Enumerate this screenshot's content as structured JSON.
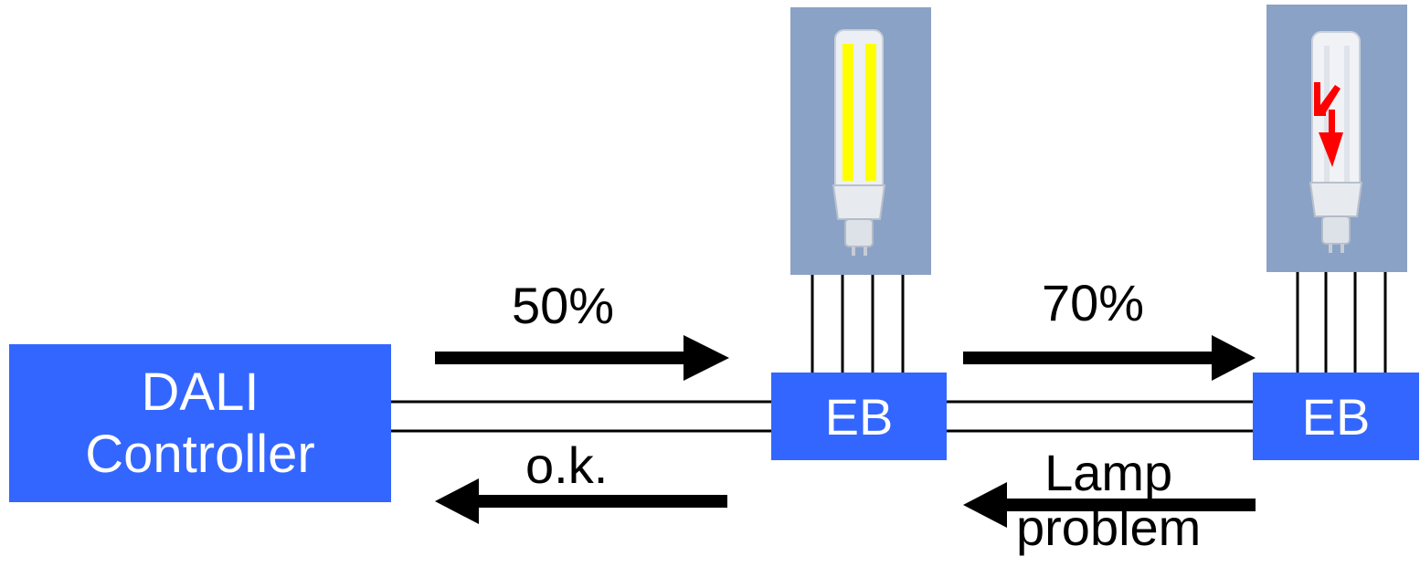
{
  "controller": {
    "line1": "DALI",
    "line2": "Controller"
  },
  "ballast_1": {
    "label": "EB"
  },
  "ballast_2": {
    "label": "EB"
  },
  "messages": {
    "command_1": "50%",
    "reply_1": "o.k.",
    "command_2": "70%",
    "reply_2_line1": "Lamp",
    "reply_2_line2": "problem"
  },
  "colors": {
    "box_fill": "#3366ff",
    "lamp_panel": "#8aa2c5",
    "lamp_glow": "#ffff00",
    "fault_symbol": "#ff0000",
    "arrow": "#000000"
  },
  "lamps": [
    {
      "state": "lit"
    },
    {
      "state": "fault"
    }
  ]
}
